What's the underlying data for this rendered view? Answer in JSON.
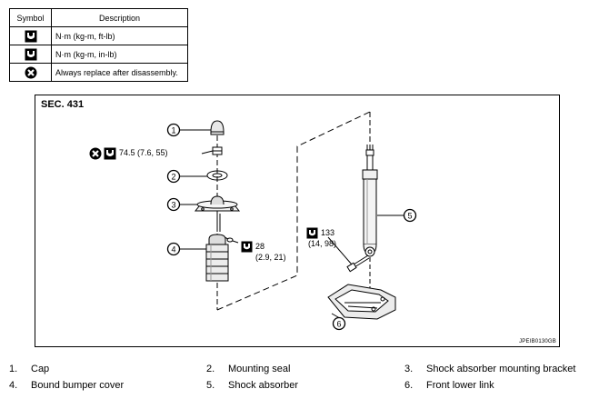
{
  "legend": {
    "headers": {
      "symbol": "Symbol",
      "description": "Description"
    },
    "rows": [
      {
        "icon": "torque-wrench-ft-lb-icon",
        "text": "N·m (kg-m, ft-lb)"
      },
      {
        "icon": "torque-wrench-in-lb-icon",
        "text": "N·m (kg-m, in-lb)"
      },
      {
        "icon": "always-replace-icon",
        "text": "Always replace after disassembly."
      }
    ]
  },
  "diagram": {
    "section": "SEC. 431",
    "code": "JPEIB0130GB",
    "callouts": [
      "1",
      "2",
      "3",
      "4",
      "5",
      "6"
    ],
    "torques": {
      "nut": "74.5 (7.6, 55)",
      "bracket_value": "28",
      "bracket_paren": "(2.9, 21)",
      "bolt_value": "133",
      "bolt_paren": "(14, 98)"
    }
  },
  "parts": [
    {
      "num": "1.",
      "name": "Cap"
    },
    {
      "num": "2.",
      "name": "Mounting seal"
    },
    {
      "num": "3.",
      "name": "Shock absorber mounting bracket"
    },
    {
      "num": "4.",
      "name": "Bound bumper cover"
    },
    {
      "num": "5.",
      "name": "Shock absorber"
    },
    {
      "num": "6.",
      "name": "Front lower link"
    }
  ]
}
